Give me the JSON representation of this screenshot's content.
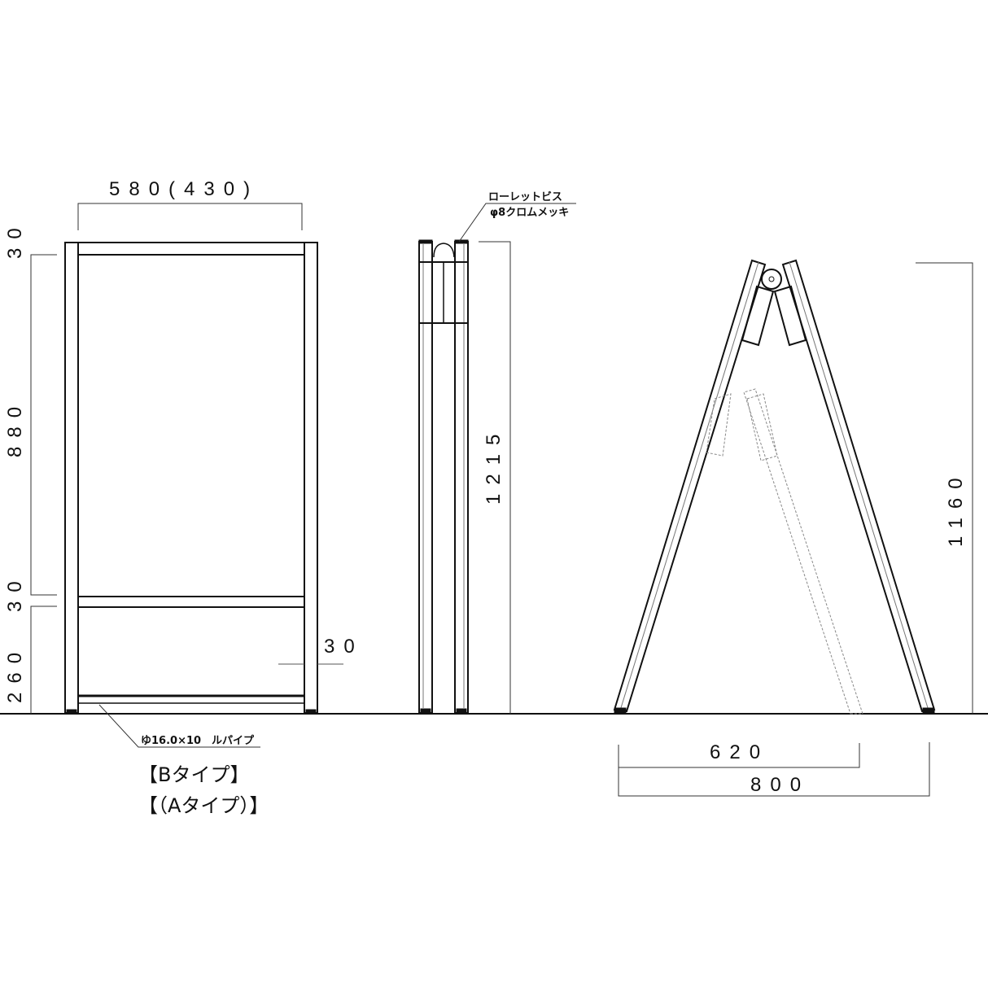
{
  "front_view": {
    "width_dim": "580(430)",
    "height_dims": [
      "30",
      "880",
      "30",
      "260"
    ],
    "side_dim": "30",
    "pipe_note": "ゆ16.0×10　ルパイプ",
    "type_labels": [
      "【Bタイプ】",
      "【（Aタイプ）】"
    ]
  },
  "side_view": {
    "note_line1": "ローレットビス",
    "note_line2": "φ8クロムメッキ",
    "height_dim": "1215"
  },
  "open_view": {
    "height_dim": "1160",
    "inner_width_dim": "620",
    "outer_width_dim": "800"
  },
  "colors": {
    "line": "#111111",
    "dim_line": "#333333",
    "ghost_line": "#888888",
    "background": "#ffffff"
  }
}
